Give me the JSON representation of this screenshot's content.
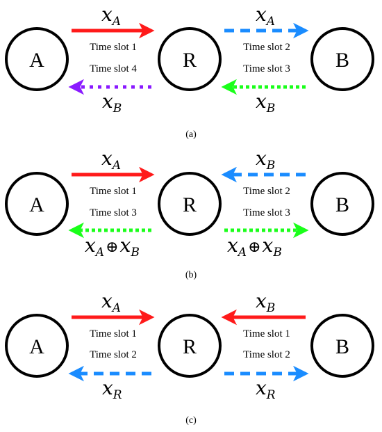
{
  "nodes": {
    "a": "A",
    "r": "R",
    "b": "B"
  },
  "colors": {
    "red": "#ff1a1a",
    "blue": "#1a8cff",
    "purple": "#8a1aff",
    "green": "#1aff1a"
  },
  "panels": [
    {
      "caption": "(a)",
      "left": {
        "top_var": "x",
        "top_sub": "A",
        "slot1": "Time slot 1",
        "slot2": "Time slot 4",
        "bottom_var": "x",
        "bottom_sub": "B"
      },
      "right": {
        "top_var": "x",
        "top_sub": "A",
        "slot1": "Time slot 2",
        "slot2": "Time slot 3",
        "bottom_var": "x",
        "bottom_sub": "B"
      }
    },
    {
      "caption": "(b)",
      "left": {
        "top_var": "x",
        "top_sub": "A",
        "slot1": "Time slot 1",
        "slot2": "Time slot 3",
        "bottom_var1": "x",
        "bottom_sub1": "A",
        "bottom_op": "⊕",
        "bottom_var2": "x",
        "bottom_sub2": "B"
      },
      "right": {
        "top_var": "x",
        "top_sub": "B",
        "slot1": "Time slot 2",
        "slot2": "Time slot 3",
        "bottom_var1": "x",
        "bottom_sub1": "A",
        "bottom_op": "⊕",
        "bottom_var2": "x",
        "bottom_sub2": "B"
      }
    },
    {
      "caption": "(c)",
      "left": {
        "top_var": "x",
        "top_sub": "A",
        "slot1": "Time slot 1",
        "slot2": "Time slot 2",
        "bottom_var": "x",
        "bottom_sub": "R"
      },
      "right": {
        "top_var": "x",
        "top_sub": "B",
        "slot1": "Time slot 1",
        "slot2": "Time slot 2",
        "bottom_var": "x",
        "bottom_sub": "R"
      }
    }
  ]
}
